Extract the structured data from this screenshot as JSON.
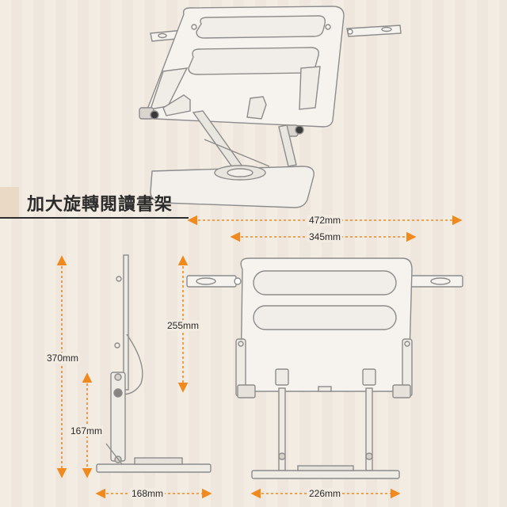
{
  "title": "加大旋轉閱讀書架",
  "dimensions": {
    "width_total": "472mm",
    "width_plate": "345mm",
    "height_panel": "255mm",
    "height_max": "370mm",
    "height_min": "167mm",
    "base_depth": "168mm",
    "base_width": "226mm"
  },
  "colors": {
    "arrow": "#f08a1e",
    "outline": "#8a8a8a",
    "background": "#f3ece3"
  }
}
